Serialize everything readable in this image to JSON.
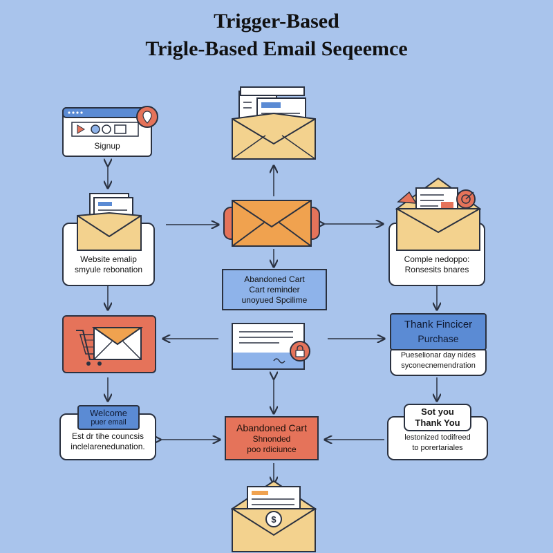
{
  "title": {
    "line1": "Trigger-Based",
    "line2": "Trigle-Based Email Seqeemce"
  },
  "nodes": {
    "signup": {
      "label": "Signup"
    },
    "website_box": {
      "line1": "Website emalip",
      "line2": "smyule rebonation"
    },
    "abandoned_cart_center": {
      "line1": "Abandoned Cart",
      "line2": "Cart reminder",
      "line3": "unoyued Spcilime"
    },
    "complete_box": {
      "line1": "Comple nedoppo:",
      "line2": "Ronsesits bnares"
    },
    "thank_header": {
      "line1": "Thank Fincicer",
      "line2": "Purchase"
    },
    "thank_body": {
      "line1": "Pueselionar day nides",
      "line2": "syconecnemendration"
    },
    "welcome_header": {
      "line1": "Welcome",
      "line2": "puer email"
    },
    "welcome_body": {
      "line1": "Est dr tihe councsis",
      "line2": "inclelarenedunation."
    },
    "abandoned_cart_bottom": {
      "line1": "Abandoned Cart",
      "line2": "Shnonded",
      "line3": "poo rdiciunce"
    },
    "thank_you_box": {
      "line1": "Sot you",
      "line2": "Thank You",
      "line3": "lestonized todifreed",
      "line4": "to porertariales"
    }
  },
  "colors": {
    "background": "#a9c4ec",
    "envelope": "#f3d28e",
    "orange_envelope": "#f0a24f",
    "orange_box": "#e5735a",
    "blue_box": "#5b8bd4",
    "accent_red": "#e5735a"
  },
  "icons": [
    "browser-window-icon",
    "location-pin-icon",
    "envelope-letter-icon",
    "envelope-icon",
    "shopping-cart-icon",
    "lock-icon",
    "dollar-coin-icon",
    "target-icon"
  ]
}
